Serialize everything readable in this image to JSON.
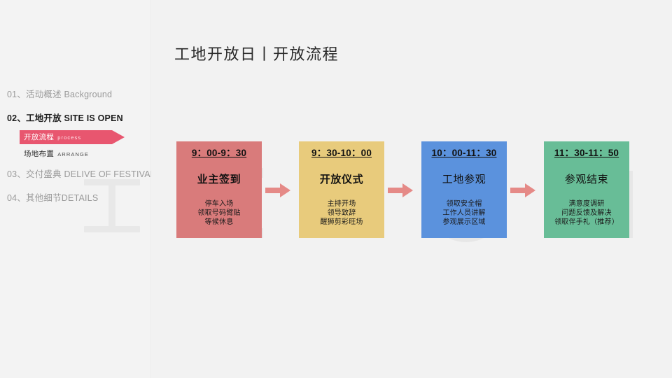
{
  "slide": {
    "title": "工地开放日丨开放流程",
    "background_color": "#f2f2f2"
  },
  "sidebar": {
    "items": [
      {
        "label": "01、活动概述 Background",
        "active": false
      },
      {
        "label": "02、工地开放 SITE IS OPEN",
        "active": true
      },
      {
        "label": "03、交付盛典 DELIVE OF FESTIVAL",
        "active": false
      },
      {
        "label": "04、其他细节DETAILS",
        "active": false
      }
    ],
    "sub_items": [
      {
        "cn": "开放流程",
        "en": "process",
        "highlighted": true
      },
      {
        "cn": "场地布置",
        "en": "ARRANGE",
        "highlighted": false
      }
    ],
    "highlight_color": "#e8566f",
    "decoration": "i-beam"
  },
  "flow": {
    "arrow_color": "#e58a87",
    "steps": [
      {
        "time": "9：00-9：30",
        "heading": "业主签到",
        "desc": "停车入场\n领取号码臂贴\n等候休息",
        "color": "#d97b7b",
        "bold_heading": true
      },
      {
        "time": "9：30-10：00",
        "heading": "开放仪式",
        "desc": "主持开场\n领导致辞\n醒狮剪彩旺场",
        "color": "#e8cb7c",
        "bold_heading": true
      },
      {
        "time": "10：00-11：30",
        "heading": "工地参观",
        "desc": "领取安全帽\n工作人员讲解\n参观展示区域",
        "color": "#5b92dd",
        "bold_heading": false
      },
      {
        "time": "11：30-11：50",
        "heading": "参观结束",
        "desc": "满意度调研\n问题反馈及解决\n领取伴手礼（推荐）",
        "color": "#68bd97",
        "bold_heading": false
      }
    ]
  }
}
